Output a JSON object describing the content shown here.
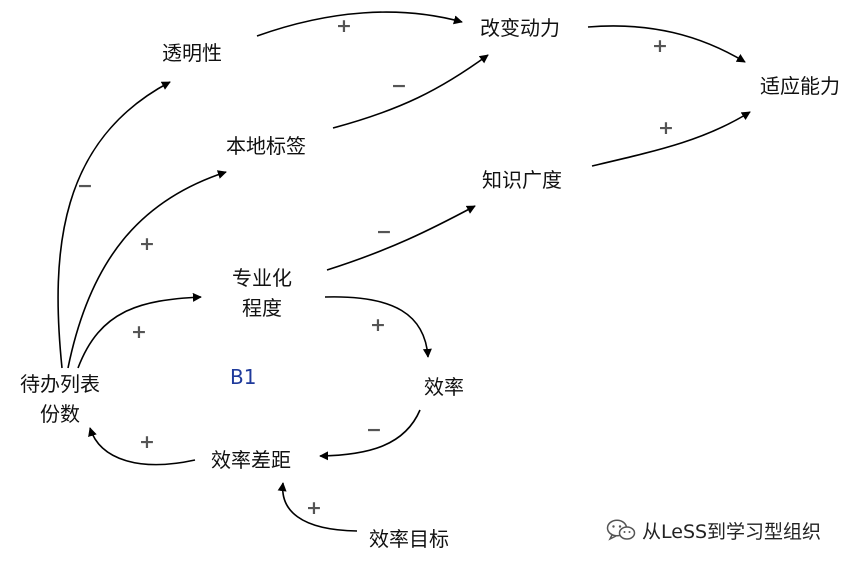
{
  "nodes": {
    "transparency": "透明性",
    "change_drive": "改变动力",
    "adaptability": "适应能力",
    "local_tags": "本地标签",
    "knowledge_breadth": "知识广度",
    "specialization_line1": "专业化",
    "specialization_line2": "程度",
    "efficiency": "效率",
    "backlog_count_line1": "待办列表",
    "backlog_count_line2": "份数",
    "efficiency_gap": "效率差距",
    "efficiency_target": "效率目标"
  },
  "loop_label": "B1",
  "link_signs": {
    "transparency_to_change_drive": "+",
    "local_tags_to_change_drive": "−",
    "change_drive_to_adaptability": "+",
    "knowledge_breadth_to_adaptability": "+",
    "specialization_to_knowledge_breadth": "−",
    "backlog_to_transparency": "−",
    "backlog_to_local_tags": "+",
    "backlog_to_specialization": "+",
    "specialization_to_efficiency": "+",
    "efficiency_to_efficiency_gap": "−",
    "efficiency_gap_to_backlog": "+",
    "efficiency_target_to_efficiency_gap": "+"
  },
  "colors": {
    "arrow": "#000000",
    "sign": "#555555",
    "loop_label": "#1f3a9b",
    "text": "#111111"
  },
  "watermark": {
    "icon": "wechat-icon",
    "text": "从LeSS到学习型组织"
  }
}
